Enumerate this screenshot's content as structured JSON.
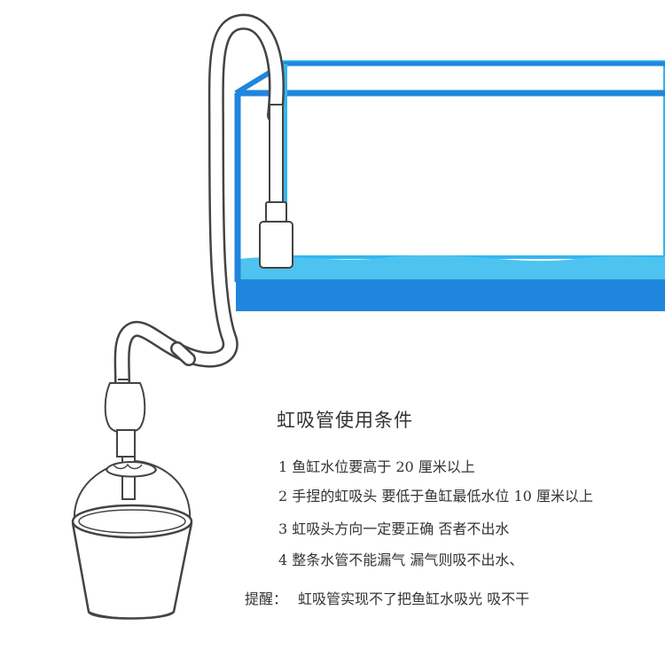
{
  "title": "虹吸管使用条件",
  "conditions": [
    "1 鱼缸水位要高于 20 厘米以上",
    "2 手捏的虹吸头  要低于鱼缸最低水位 10 厘米以上",
    "3  虹吸头方向一定要正确  否者不出水",
    "4  整条水管不能漏气  漏气则吸不出水、"
  ],
  "note": {
    "label": "提醒：",
    "text": "虹吸管实现不了把鱼缸水吸光  吸不干"
  },
  "colors": {
    "tank_frame": "#1a7fd8",
    "tank_water": "#4fc3f0",
    "tank_base": "#1f86dd",
    "outline": "#444444"
  }
}
